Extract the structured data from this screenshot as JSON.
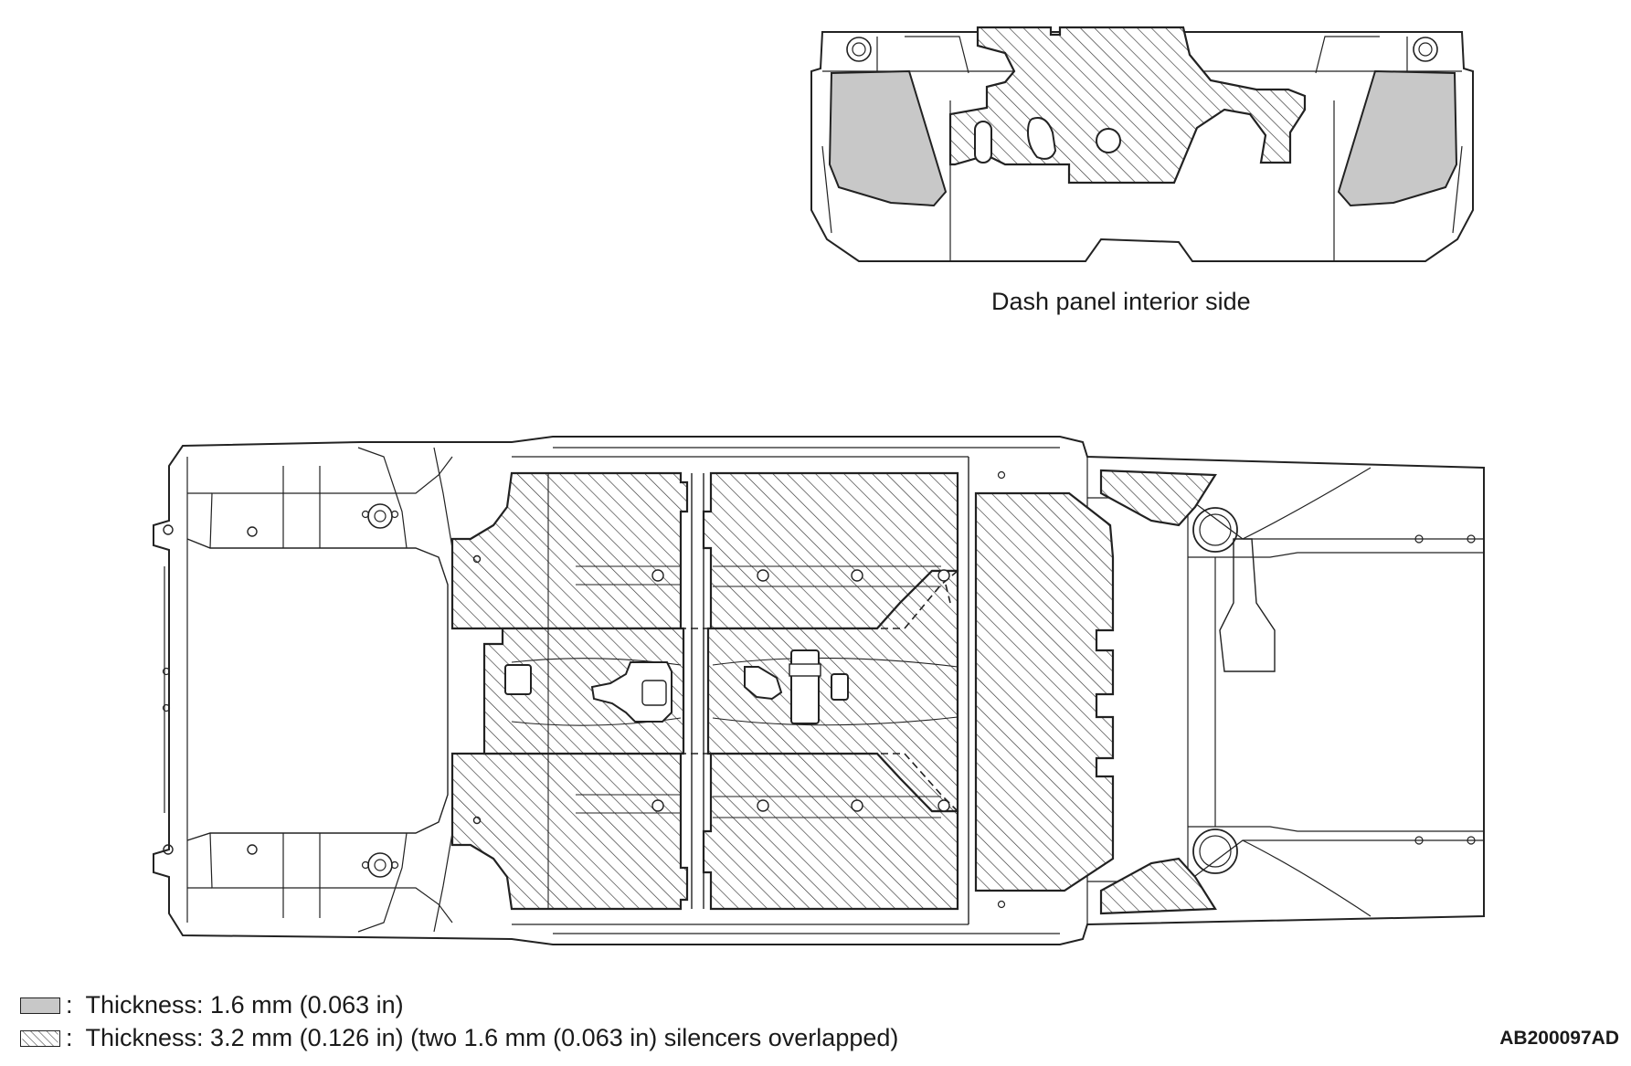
{
  "dash_panel": {
    "caption": "Dash panel interior side"
  },
  "legend": {
    "separator": ":",
    "items": [
      {
        "pattern": "solid-gray",
        "color": "#c8c8c8",
        "label": "Thickness: 1.6 mm (0.063 in)"
      },
      {
        "pattern": "diagonal-hatch",
        "color": "#333333",
        "label": "Thickness: 3.2 mm (0.126 in) (two 1.6 mm (0.063 in) silencers overlapped)"
      }
    ]
  },
  "figure_code": "AB200097AD"
}
